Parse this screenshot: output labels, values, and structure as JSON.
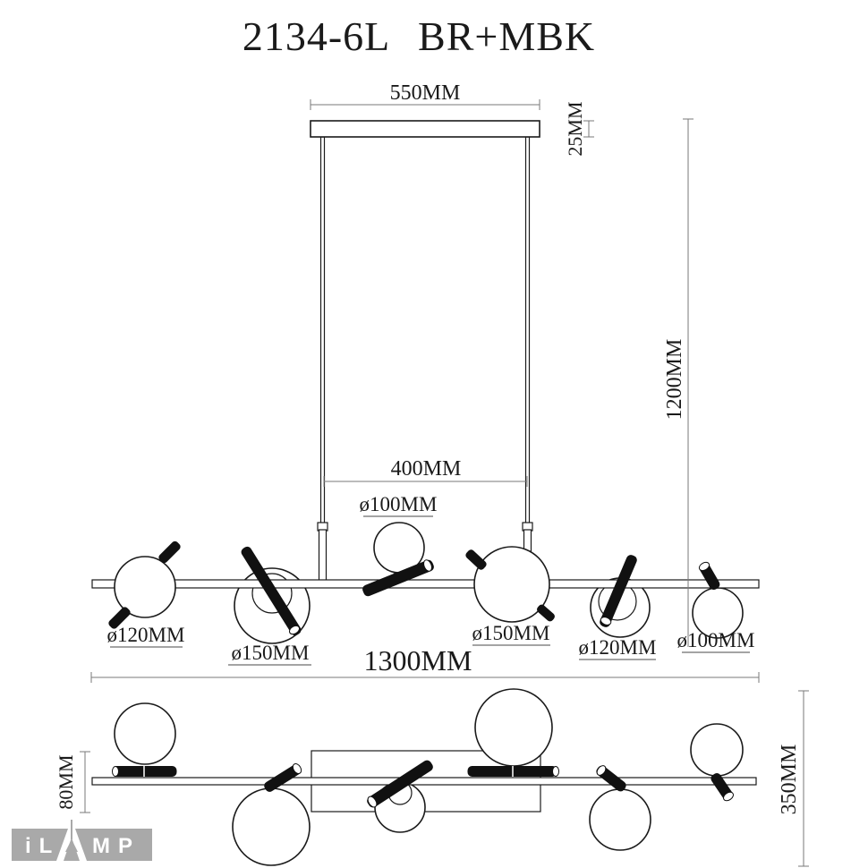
{
  "title": "2134-6L BR+MBK",
  "colors": {
    "line": "#1a1a1a",
    "dimension": "#7a7a7a",
    "lamp_tube": "#111111",
    "logo_gray": "#a9a9a9",
    "background": "#ffffff"
  },
  "front_view": {
    "dim_canopy_width": "550MM",
    "dim_canopy_height": "25MM",
    "dim_drop_height": "1200MM",
    "dim_rod_spacing": "400MM",
    "dim_total_width": "1300MM",
    "labels": {
      "sphere_1": "ø120MM",
      "sphere_2": "ø150MM",
      "sphere_3": "ø100MM",
      "sphere_4": "ø150MM",
      "sphere_5": "ø120MM",
      "sphere_6": "ø100MM"
    }
  },
  "top_view": {
    "dim_fixture_depth": "80MM",
    "dim_total_depth": "350MM"
  },
  "logo": {
    "part1": "iL",
    "part2": "MP"
  }
}
